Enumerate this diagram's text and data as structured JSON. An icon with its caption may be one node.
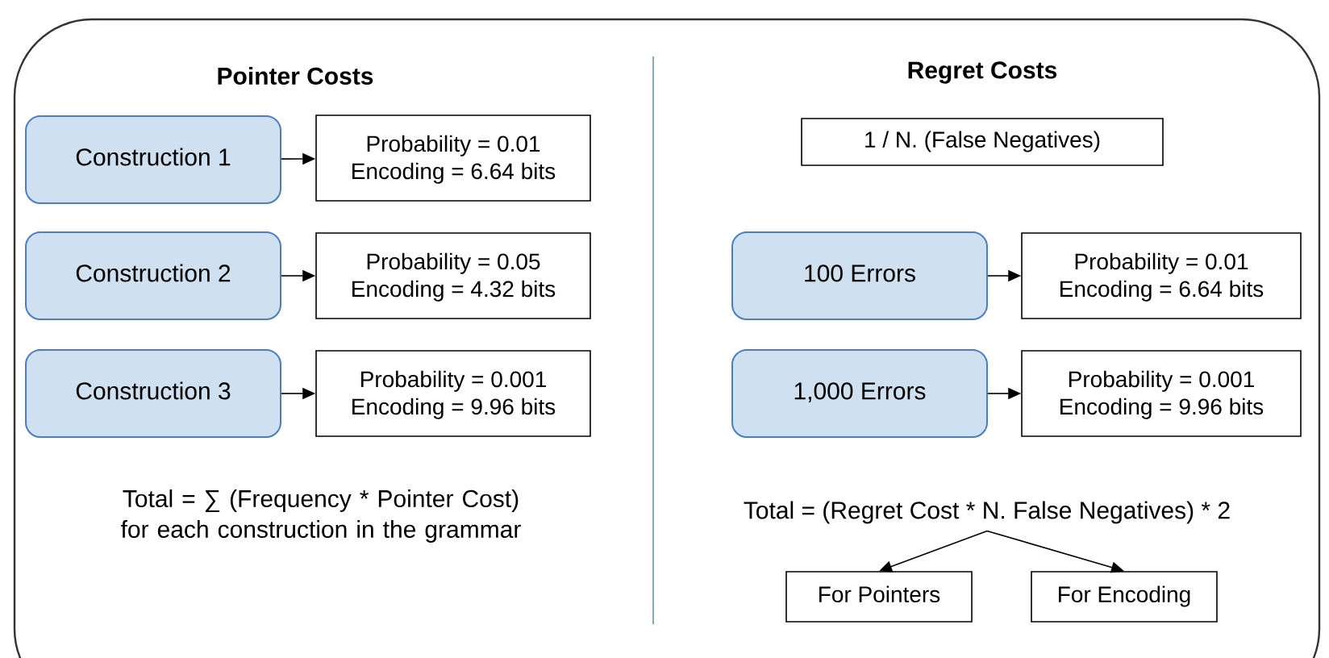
{
  "diagram": {
    "nodes": [
      {
        "text": [
          "Construction 1"
        ]
      },
      {
        "text": [
          "Probability = 0.01",
          "Encoding = 6.64 bits"
        ]
      },
      {
        "text": [
          "Construction 2"
        ]
      },
      {
        "text": [
          "Probability = 0.05",
          "Encoding = 4.32 bits"
        ]
      },
      {
        "text": [
          "Construction 3"
        ]
      },
      {
        "text": [
          "Probability = 0.001",
          "Encoding = 9.96 bits"
        ]
      },
      {
        "text": [
          "1 / N. (False Negatives)"
        ]
      },
      {
        "text": [
          "100 Errors"
        ]
      },
      {
        "text": [
          "Probability = 0.01",
          "Encoding = 6.64 bits"
        ]
      },
      {
        "text": [
          "1,000 Errors"
        ]
      },
      {
        "text": [
          "Probability = 0.001",
          "Encoding = 9.96 bits"
        ]
      },
      {
        "text": [
          "Total = (Regret Cost * N. False Negatives) * 2"
        ]
      },
      {
        "text": [
          "For Pointers"
        ]
      },
      {
        "text": [
          "For Encoding"
        ]
      }
    ],
    "edges": [
      {
        "from": 0,
        "to": 1,
        "arrow": "to"
      },
      {
        "from": 2,
        "to": 3,
        "arrow": "to"
      },
      {
        "from": 4,
        "to": 5,
        "arrow": "to"
      },
      {
        "from": 7,
        "to": 8,
        "arrow": "to"
      },
      {
        "from": 9,
        "to": 10,
        "arrow": "to"
      },
      {
        "from": 11,
        "to": 12,
        "arrow": "to"
      },
      {
        "from": 11,
        "to": 13,
        "arrow": "to"
      }
    ],
    "labels": [
      "Pointer Costs",
      "Regret Costs",
      "Total = ∑ (Frequency * Pointer Cost) for each construction in the grammar"
    ]
  }
}
